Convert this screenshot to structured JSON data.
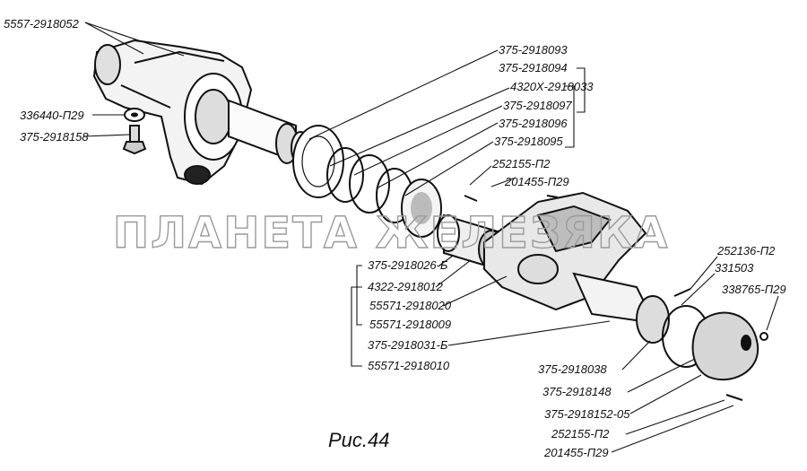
{
  "figure": {
    "caption": "Рис.44",
    "watermark": "ПЛАНЕТА ЖЕЛЕЗЯКА"
  },
  "labels": [
    "5557-2918052",
    "336440-П29",
    "375-2918158",
    "375-2918093",
    "375-2918094",
    "4320Х-2918033",
    "375-2918097",
    "375-2918096",
    "375-2918095",
    "252155-П2",
    "201455-П29",
    "375-2918026-Б",
    "4322-2918012",
    "55571-2918020",
    "55571-2918009",
    "375-2918031-Б",
    "55571-2918010",
    "252136-П2",
    "331503",
    "338765-П29",
    "375-2918038",
    "375-2918148",
    "375-2918152-05",
    "252155-П2",
    "201455-П29"
  ]
}
